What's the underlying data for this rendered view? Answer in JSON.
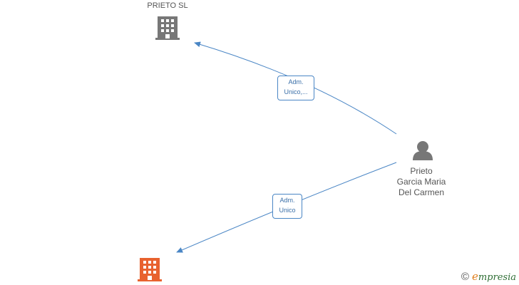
{
  "nodes": {
    "company_top": {
      "name": "PRIETO  SL",
      "icon": "building-icon",
      "color": "#777777"
    },
    "company_bottom": {
      "name": "",
      "icon": "building-icon",
      "color": "#e8622f"
    },
    "person": {
      "name_lines": [
        "Prieto",
        "Garcia Maria",
        "Del Carmen"
      ],
      "icon": "person-icon",
      "color": "#777777"
    }
  },
  "edges": [
    {
      "from": "person",
      "to": "company_top",
      "label_lines": [
        "Adm.",
        "Unico,..."
      ]
    },
    {
      "from": "person",
      "to": "company_bottom",
      "label_lines": [
        "Adm.",
        "Unico"
      ]
    }
  ],
  "colors": {
    "edge": "#4a86c5",
    "label_text": "#3a6fa8"
  },
  "brand": {
    "copyright": "©",
    "name_first": "e",
    "name_rest": "mpresia"
  }
}
